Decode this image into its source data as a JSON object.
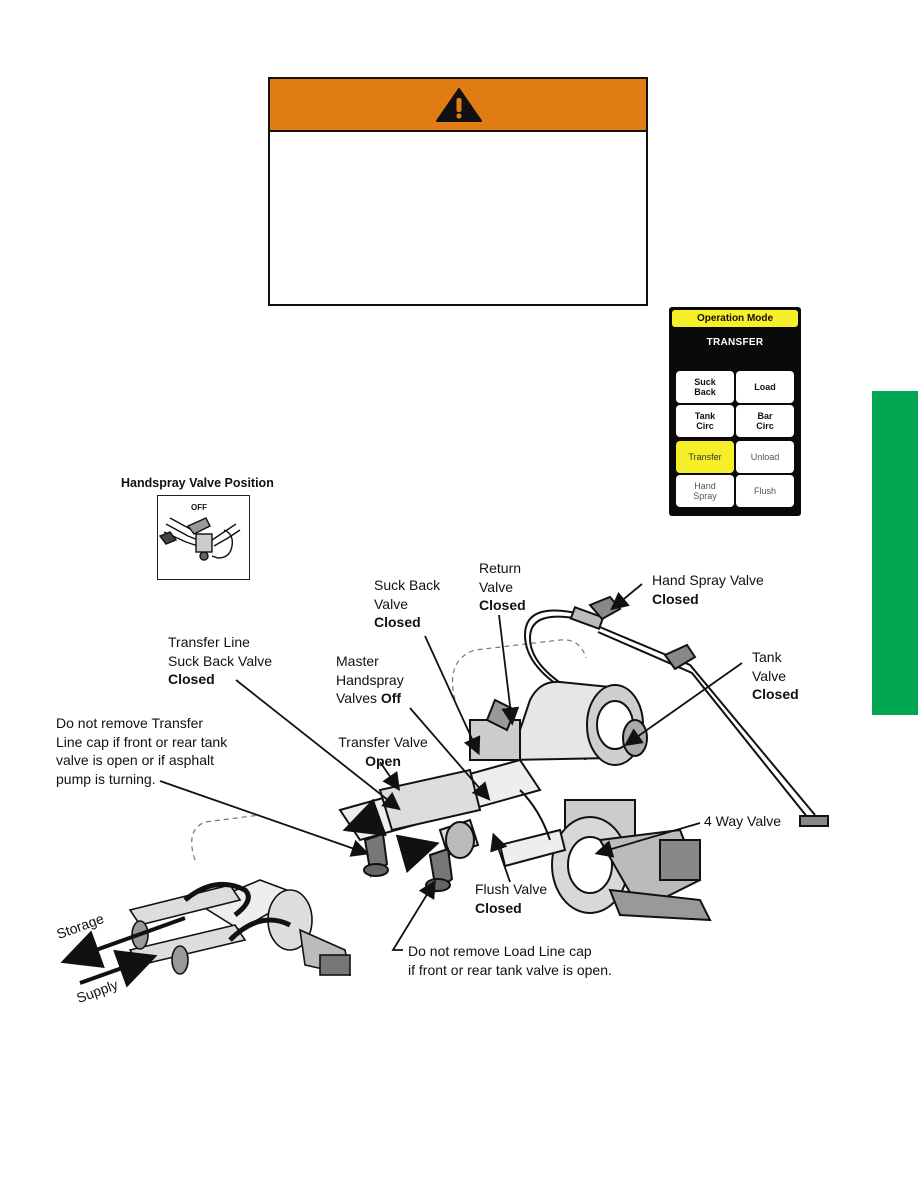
{
  "warning": {
    "icon": "warning-triangle-icon",
    "header_color": "#e07c14"
  },
  "side_tab": {
    "color": "#00a651"
  },
  "operation_panel": {
    "title": "Operation Mode",
    "mode": "TRANSFER",
    "buttons": [
      {
        "line1": "Suck",
        "line2": "Back"
      },
      {
        "line1": "Load",
        "line2": ""
      },
      {
        "line1": "Tank",
        "line2": "Circ"
      },
      {
        "line1": "Bar",
        "line2": "Circ"
      },
      {
        "line1": "Transfer",
        "line2": ""
      },
      {
        "line1": "Unload",
        "line2": ""
      },
      {
        "line1": "Hand",
        "line2": "Spray"
      },
      {
        "line1": "Flush",
        "line2": ""
      }
    ],
    "active_button": "Transfer",
    "highlight_color": "#f7ef2a"
  },
  "handspray_position": {
    "title": "Handspray Valve Position",
    "state": "OFF"
  },
  "labels": {
    "suck_back": {
      "l1": "Suck Back",
      "l2": "Valve",
      "state": "Closed"
    },
    "return": {
      "l1": "Return",
      "l2": "Valve",
      "state": "Closed"
    },
    "hand_spray": {
      "l1": "Hand Spray Valve",
      "state": "Closed"
    },
    "transfer_line": {
      "l1": "Transfer Line",
      "l2": "Suck Back Valve",
      "state": "Closed"
    },
    "master": {
      "l1": "Master",
      "l2": "Handspray",
      "l3": "Valves",
      "state": "Off"
    },
    "tank": {
      "l1": "Tank",
      "l2": "Valve",
      "state": "Closed"
    },
    "transfer_cap_note": {
      "l1": "Do not remove Transfer",
      "l2": "Line cap if front or rear tank",
      "l3": "valve is open or if asphalt",
      "l4": "pump is turning."
    },
    "transfer_valve": {
      "l1": "Transfer Valve",
      "state": "Open"
    },
    "four_way": {
      "l1": "4 Way Valve"
    },
    "flush": {
      "l1": "Flush Valve",
      "state": "Closed"
    },
    "load_cap_note": {
      "l1": "Do not remove Load Line cap",
      "l2": "if front or rear tank valve is open."
    },
    "storage": "Storage",
    "supply": "Supply"
  }
}
